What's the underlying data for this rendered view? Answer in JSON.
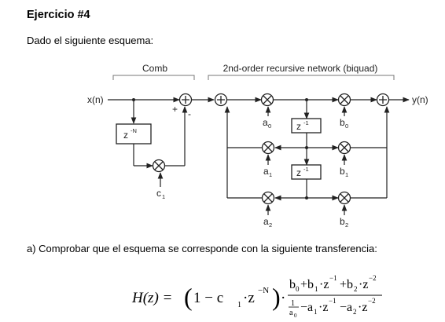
{
  "title": "Ejercicio #4",
  "intro": "Dado el siguiente esquema:",
  "question": "a) Comprobar que el esquema se corresponde con la siguiente transferencia:",
  "diagram": {
    "comb_label": "Comb",
    "biquad_label": "2nd-order recursive network (biquad)",
    "input": "x(n)",
    "output": "y(n)",
    "delay_n": "z",
    "delay_n_exp": "-N",
    "delay_1": "z",
    "delay_1_exp": "-1",
    "plus_sign": "+",
    "minus_sign": "-",
    "coef_a": "a",
    "coef_b": "b",
    "coef_c": "c",
    "idx_0": "0",
    "idx_1": "1",
    "idx_2": "2"
  },
  "formula": {
    "lhs": "H(z) = ",
    "factor_open": "(",
    "one_minus": "1 − c",
    "c_sub": "1",
    "z_dot": "·z",
    "neg_n": "−N",
    "factor_close": ")",
    "dot": "·",
    "num_b0": "b",
    "num_b0_sub": "0",
    "num_plus_b1": "+b",
    "num_b1_sub": "1",
    "num_z": "·z",
    "exp_m1": "−1",
    "num_plus_b2": "+b",
    "num_b2_sub": "2",
    "exp_m2": "−2",
    "den_one": "1",
    "den_a0": "a",
    "den_a0_sub": "0",
    "den_minus_a1": "−a",
    "den_a1_sub": "1",
    "den_minus_a2": "−a",
    "den_a2_sub": "2"
  }
}
